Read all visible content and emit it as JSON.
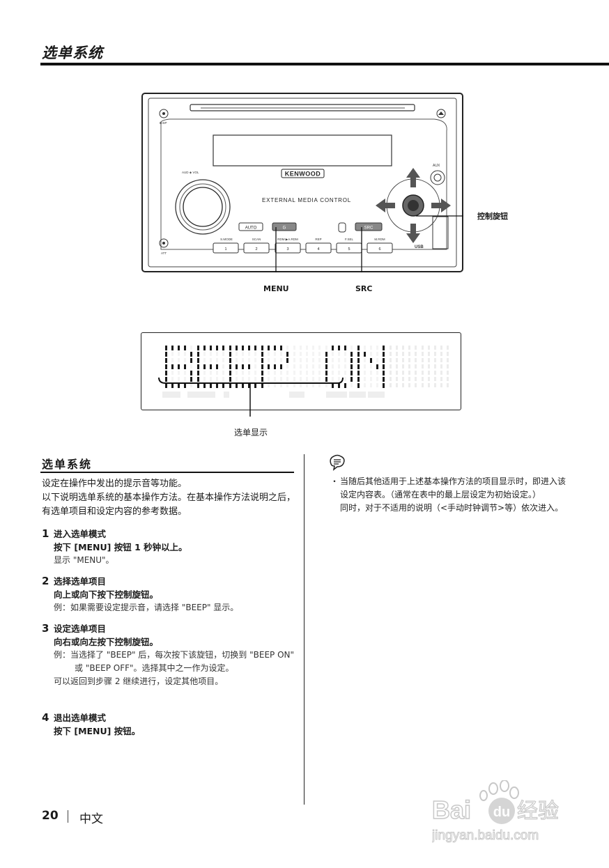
{
  "page": {
    "title": "选单系统"
  },
  "illustration": {
    "brand": "KENWOOD",
    "panel_caption": "EXTERNAL MEDIA CONTROL",
    "buttons": [
      "AUTO",
      "G",
      "SRC"
    ],
    "preset_labels": [
      "S.MODE",
      "SCAN",
      "RDM ▶A.RDM",
      "REP",
      "F.SEL",
      "M.RDM"
    ],
    "preset_numbers": [
      "1",
      "2",
      "3",
      "4",
      "5",
      "6"
    ],
    "small_labels": {
      "disp": "DISP",
      "att": "ATT",
      "usb": "USB",
      "aux": "AUX",
      "vol": "AUD ◈ VOL"
    },
    "callouts": {
      "knob": "控制旋钮",
      "menu": "MENU",
      "src": "SRC"
    }
  },
  "display": {
    "text": "BEEP ON",
    "caption": "选单显示"
  },
  "section": {
    "title": "选单系统",
    "intro": [
      "设定在操作中发出的提示音等功能。",
      "以下说明选单系统的基本操作方法。在基本操作方法说明之后，有选单项目和设定内容的参考数据。"
    ]
  },
  "steps": [
    {
      "num": "1",
      "title": "进入选单模式",
      "action": "按下 [MENU] 按钮 1 秒钟以上。",
      "notes": [
        "显示 \"MENU\"。"
      ]
    },
    {
      "num": "2",
      "title": "选择选单项目",
      "action": "向上或向下按下控制旋钮。",
      "notes": [
        "例：如果需要设定提示音，请选择 \"BEEP\" 显示。"
      ]
    },
    {
      "num": "3",
      "title": "设定选单项目",
      "action": "向右或向左按下控制旋钮。",
      "notes": [
        "例：当选择了 \"BEEP\" 后，每次按下该旋钮，切换到 \"BEEP ON\" 或 \"BEEP OFF\"。选择其中之一作为设定。",
        "可以返回到步骤 2 继续进行，设定其他项目。"
      ]
    },
    {
      "num": "4",
      "title": "退出选单模式",
      "action": "按下 [MENU] 按钮。",
      "notes": []
    }
  ],
  "note": {
    "bullet": "・",
    "lines": [
      "当随后其他适用于上述基本操作方法的项目显示时，即进入该设定内容表。（通常在表中的最上层设定为初始设定。）",
      "同时，对于不适用的说明（<手动时钟调节>等）依次进入。"
    ]
  },
  "footer": {
    "page_number": "20",
    "language": "中文"
  },
  "watermark": {
    "brand": "Bai",
    "brand2": "du",
    "product": "经验",
    "url": "jingyan.baidu.com"
  }
}
